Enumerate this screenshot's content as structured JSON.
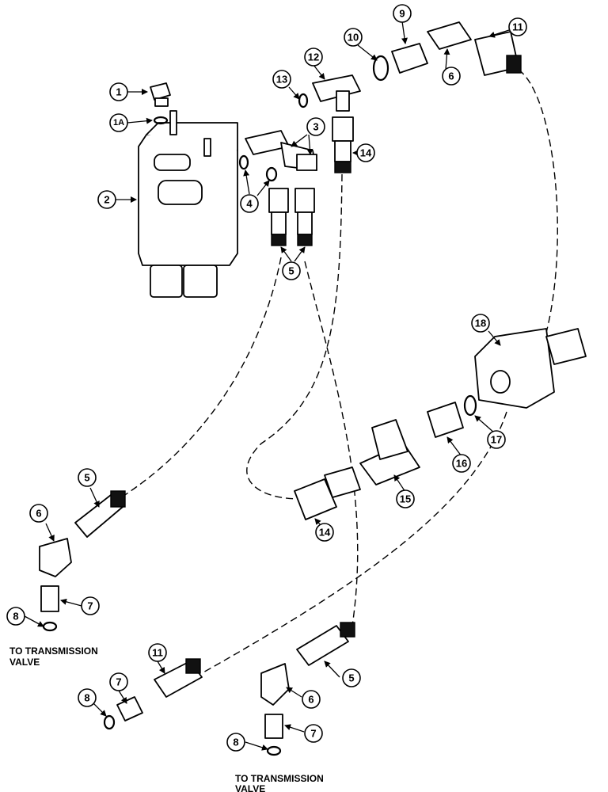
{
  "callouts": {
    "c1": "1",
    "c1a": "1A",
    "c2": "2",
    "c3": "3",
    "c4": "4",
    "c5a": "5",
    "c5b": "5",
    "c5c": "5",
    "c6a": "6",
    "c6b": "6",
    "c6c": "6",
    "c7a": "7",
    "c7b": "7",
    "c7c": "7",
    "c8a": "8",
    "c8b": "8",
    "c8c": "8",
    "c9": "9",
    "c10": "10",
    "c11a": "11",
    "c11b": "11",
    "c12": "12",
    "c13": "13",
    "c14a": "14",
    "c14b": "14",
    "c15": "15",
    "c16": "16",
    "c17": "17",
    "c18": "18"
  },
  "notes": {
    "left_line1": "TO TRANSMISSION",
    "left_line2": "VALVE",
    "bottom_line1": "TO TRANSMISSION",
    "bottom_line2": "VALVE"
  }
}
